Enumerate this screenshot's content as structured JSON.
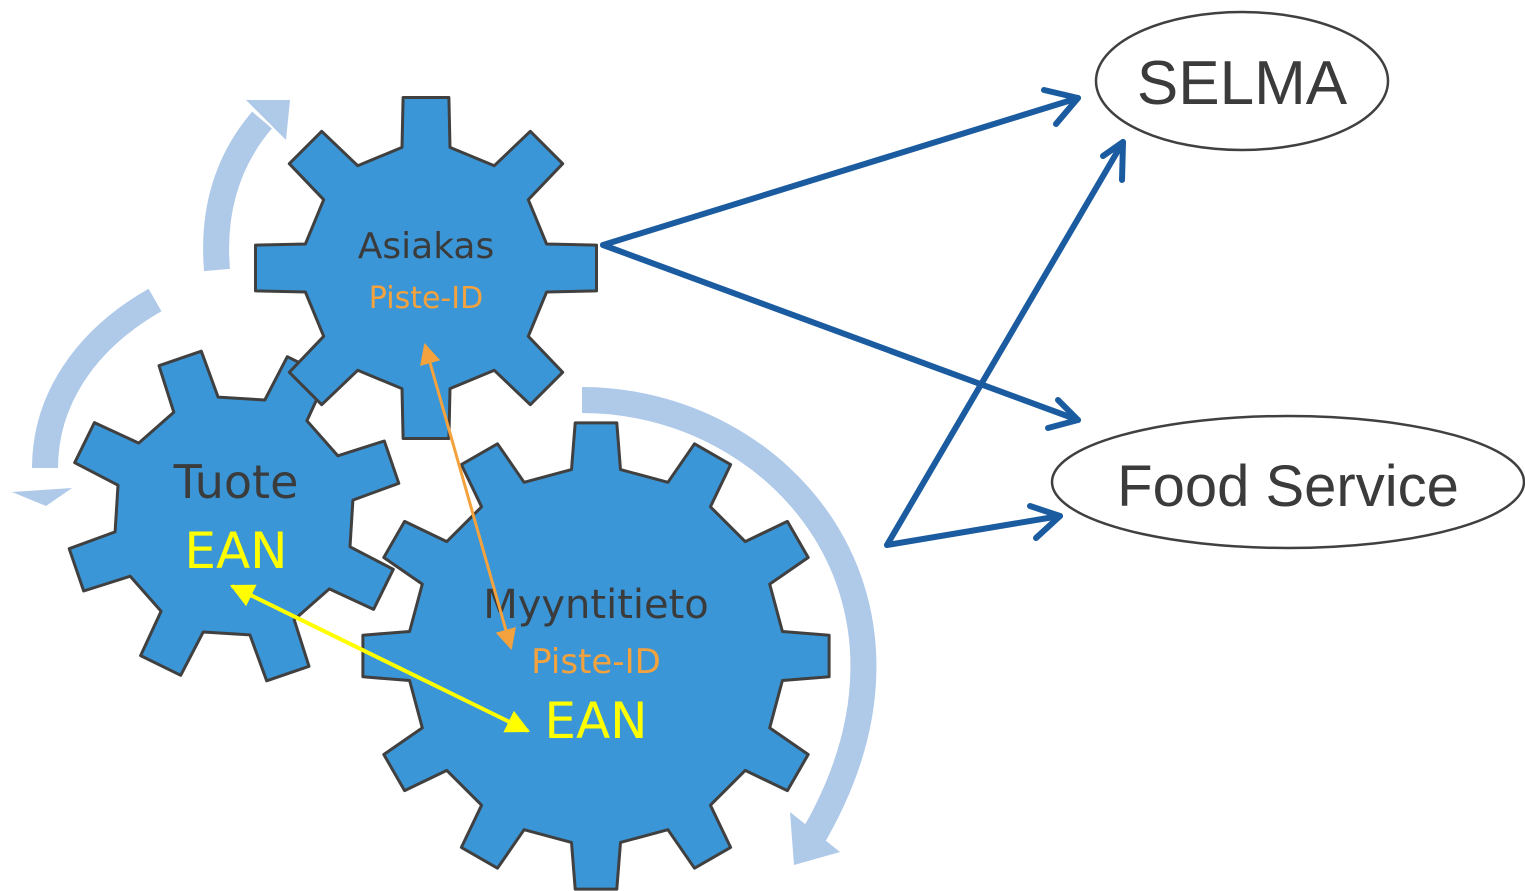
{
  "gears": {
    "customer": {
      "title": "Asiakas",
      "key": "Piste-ID"
    },
    "product": {
      "title": "Tuote",
      "key": "EAN"
    },
    "sales": {
      "title": "Myyntitieto",
      "key1": "Piste-ID",
      "key2": "EAN"
    }
  },
  "targets": {
    "selma": "SELMA",
    "food_service": "Food Service"
  },
  "colors": {
    "gear_fill": "#3A96D7",
    "gear_stroke": "#404040",
    "gear_text": "#3B3B3B",
    "piste_id": "#F4A23D",
    "ean": "#FFFF00",
    "arrow_blue": "#1B5BA0",
    "cycle_arrow": "#AFC9E9"
  }
}
